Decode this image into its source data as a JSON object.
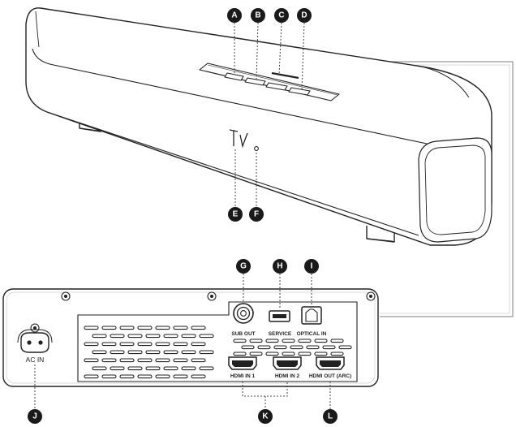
{
  "colors": {
    "outline": "#222222",
    "callout_fill": "#1a1a1a",
    "leader": "#444444",
    "panel_outline": "#999999"
  },
  "callouts": {
    "a": "A",
    "b": "B",
    "c": "C",
    "d": "D",
    "e": "E",
    "f": "F",
    "g": "G",
    "h": "H",
    "i": "I",
    "j": "J",
    "k": "K",
    "l": "L"
  },
  "ports": {
    "sub_out": "SUB OUT",
    "service": "SERVICE",
    "optical_in": "OPTICAL IN",
    "hdmi_in_1": "HDMI IN 1",
    "hdmi_in_2": "HDMI IN 2",
    "hdmi_out": "HDMI OUT (ARC)",
    "ac_in": "AC IN"
  },
  "icons": {
    "display": "tv-logo-icon",
    "sensor": "ir-sensor-icon"
  }
}
